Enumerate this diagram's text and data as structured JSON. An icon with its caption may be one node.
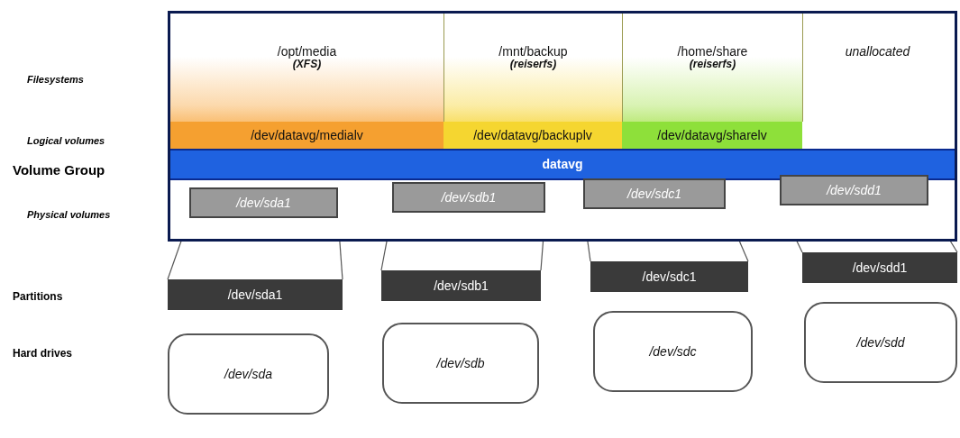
{
  "diagram": {
    "nodes": [
      {
        "text": [],
        "shape": "box"
      },
      {
        "text": [
          "/opt/media",
          "(XFS)"
        ],
        "in": 0
      },
      {
        "text": [
          "/mnt/backup",
          "(reiserfs)"
        ],
        "in": 0
      },
      {
        "text": [
          "/home/share",
          "(reiserfs)"
        ],
        "in": 0
      },
      {
        "text": [
          "unallocated"
        ],
        "in": 0
      },
      {
        "text": [
          "/dev/datavg/medialv"
        ],
        "in": 0
      },
      {
        "text": [
          "/dev/datavg/backuplv"
        ],
        "in": 0
      },
      {
        "text": [
          "/dev/datavg/sharelv"
        ],
        "in": 0
      },
      {
        "text": [
          "datavg"
        ],
        "in": 0
      },
      {
        "text": [
          "/dev/sda1"
        ],
        "in": 0
      },
      {
        "text": [
          "/dev/sdb1"
        ],
        "in": 0
      },
      {
        "text": [
          "/dev/sdc1"
        ],
        "in": 0
      },
      {
        "text": [
          "/dev/sdd1"
        ],
        "in": 0
      },
      {
        "text": [
          "/dev/sda1"
        ]
      },
      {
        "text": [
          "/dev/sdb1"
        ]
      },
      {
        "text": [
          "/dev/sdc1"
        ]
      },
      {
        "text": [
          "/dev/sdd1"
        ]
      },
      {
        "text": [
          "/dev/sda"
        ]
      },
      {
        "text": [
          "/dev/sdb"
        ]
      },
      {
        "text": [
          "/dev/sdc"
        ]
      },
      {
        "text": [
          "/dev/sdd"
        ]
      }
    ],
    "edges": [
      {
        "from": 9,
        "to": 13,
        "arrow": "none"
      },
      {
        "from": 9,
        "to": 13,
        "arrow": "none"
      },
      {
        "from": 10,
        "to": 14,
        "arrow": "none"
      },
      {
        "from": 10,
        "to": 14,
        "arrow": "none"
      },
      {
        "from": 11,
        "to": 15,
        "arrow": "none"
      },
      {
        "from": 11,
        "to": 15,
        "arrow": "none"
      },
      {
        "from": 12,
        "to": 16,
        "arrow": "none"
      },
      {
        "from": 12,
        "to": 16,
        "arrow": "none"
      }
    ],
    "labels": [
      "Filesystems",
      "Logical volumes",
      "Volume Group",
      "Physical volumes",
      "Partitions",
      "Hard drives"
    ]
  }
}
